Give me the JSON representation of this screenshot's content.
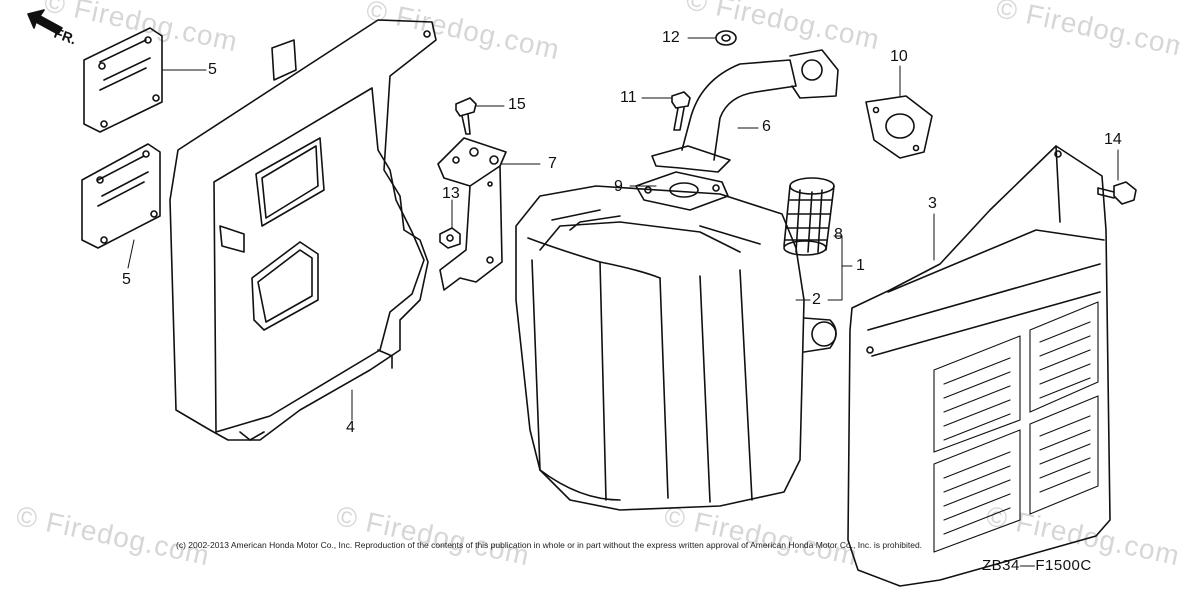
{
  "watermark": "© Firedog.com",
  "front_indicator": "FR.",
  "callouts": {
    "c1": "1",
    "c2": "2",
    "c3": "3",
    "c4": "4",
    "c5a": "5",
    "c5b": "5",
    "c6": "6",
    "c7": "7",
    "c8": "8",
    "c9": "9",
    "c10": "10",
    "c11": "11",
    "c12": "12",
    "c13": "13",
    "c14": "14",
    "c15": "15"
  },
  "copyright": "(c) 2002-2013 American Honda Motor Co., Inc. Reproduction of the contents of this publication in whole or in part without the express written approval of American Honda Motor Co., Inc. is prohibited.",
  "diagram_code": "ZB34—F1500C"
}
